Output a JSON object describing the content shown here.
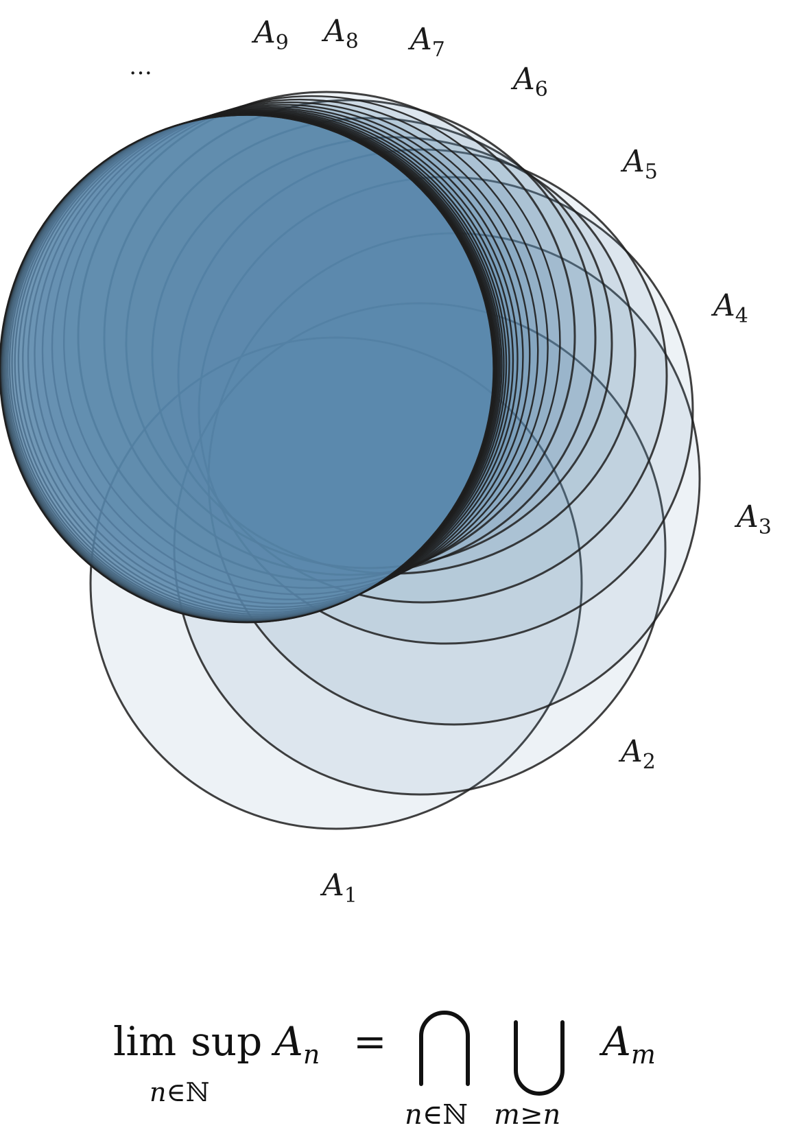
{
  "diagram": {
    "labels": [
      {
        "base": "A",
        "sub": "1"
      },
      {
        "base": "A",
        "sub": "2"
      },
      {
        "base": "A",
        "sub": "3"
      },
      {
        "base": "A",
        "sub": "4"
      },
      {
        "base": "A",
        "sub": "5"
      },
      {
        "base": "A",
        "sub": "6"
      },
      {
        "base": "A",
        "sub": "7"
      },
      {
        "base": "A",
        "sub": "8"
      },
      {
        "base": "A",
        "sub": "9"
      }
    ],
    "ellipsis": "…",
    "colors": {
      "fill": "#5b86ad",
      "stroke": "#1e1e1e"
    }
  },
  "formula": {
    "lim": "lim",
    "sup": "sup",
    "A": "A",
    "n": "n",
    "equals": "=",
    "m": "m",
    "in": "∈",
    "naturals": "ℕ",
    "geq": "≥"
  }
}
